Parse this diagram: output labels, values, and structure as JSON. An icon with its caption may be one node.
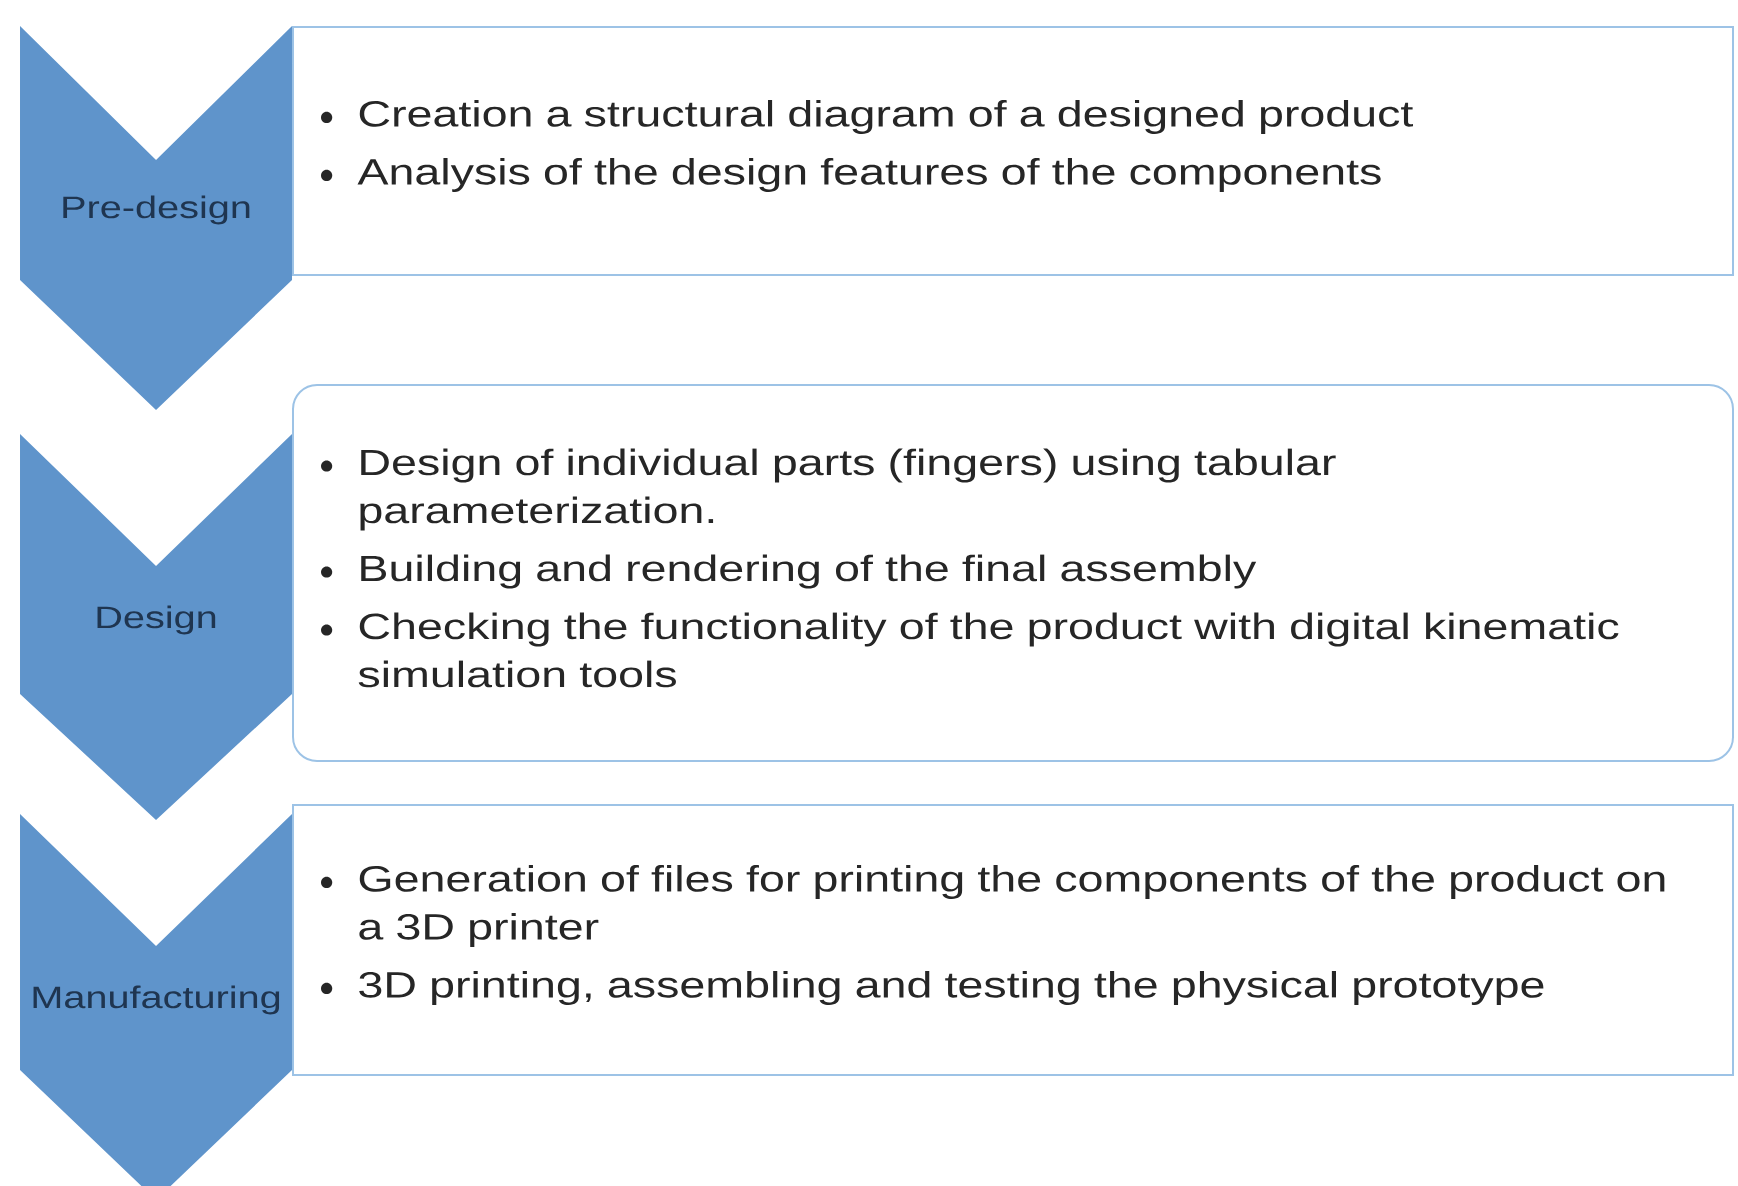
{
  "diagram": {
    "nodes": [
      {
        "text": [
          "Pre-design"
        ]
      },
      {
        "text": [
          "Creation a structural diagram of a designed product",
          "Analysis of the design features of the components"
        ]
      },
      {
        "text": [
          "Design"
        ]
      },
      {
        "text": [
          "Design of individual parts (fingers) using tabular parameterization.",
          "Building and rendering of the final assembly",
          "Checking the functionality of the product with digital kinematic simulation tools"
        ]
      },
      {
        "text": [
          "Manufacturing"
        ]
      },
      {
        "text": [
          "Generation of files for printing the components of the product on a 3D printer",
          "3D printing, assembling and testing the physical prototype"
        ]
      }
    ]
  }
}
